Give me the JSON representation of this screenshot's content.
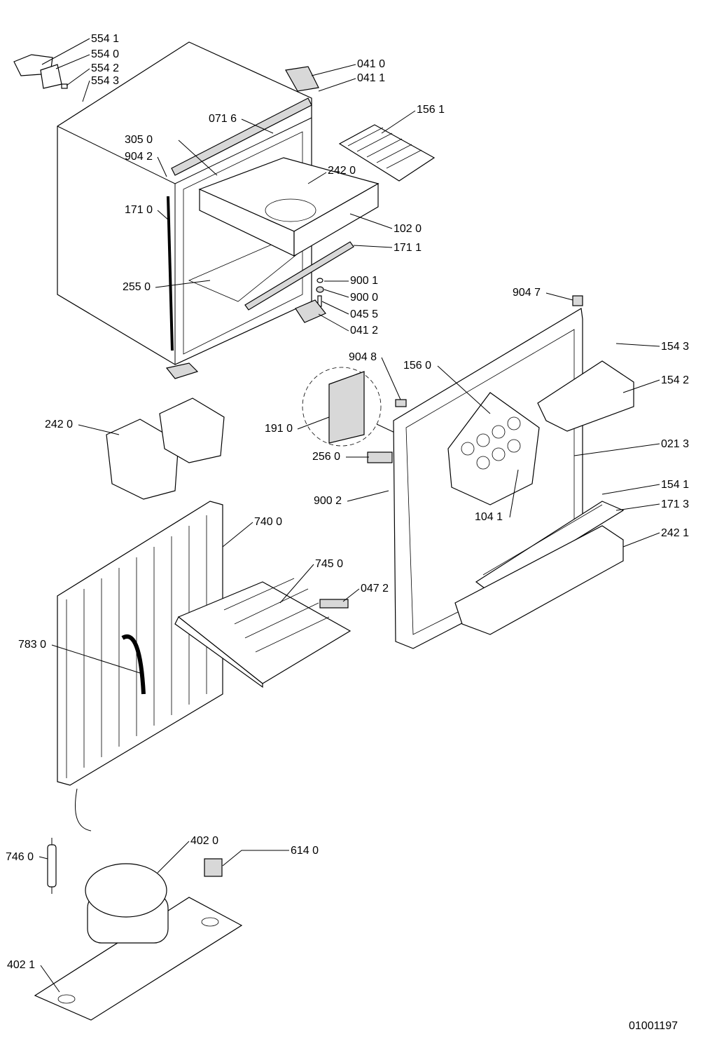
{
  "diagram": {
    "title": "Refrigerator exploded parts view",
    "drawing_number": "01001197",
    "labels": {
      "l5541": "554 1",
      "l5540": "554 0",
      "l5542": "554 2",
      "l5543": "554 3",
      "l0410": "041 0",
      "l0411": "041 1",
      "l0716": "071 6",
      "l1561": "156 1",
      "l3050": "305 0",
      "l9042": "904 2",
      "l2420a": "242 0",
      "l1710": "171 0",
      "l1020": "102 0",
      "l1711": "171 1",
      "l2550": "255 0",
      "l9001": "900 1",
      "l9000": "900 0",
      "l0455": "045 5",
      "l0412": "041 2",
      "l9047": "904 7",
      "l1543": "154 3",
      "l9048": "904 8",
      "l1560": "156 0",
      "l1542": "154 2",
      "l2420b": "242 0",
      "l1910": "191 0",
      "l0213": "021 3",
      "l2560": "256 0",
      "l1541": "154 1",
      "l9002": "900 2",
      "l1041": "104 1",
      "l1713": "171 3",
      "l7400": "740 0",
      "l2421": "242 1",
      "l7450": "745 0",
      "l0472": "047 2",
      "l7830": "783 0",
      "l4020": "402 0",
      "l6140": "614 0",
      "l7460": "746 0",
      "l4021": "402 1"
    }
  }
}
